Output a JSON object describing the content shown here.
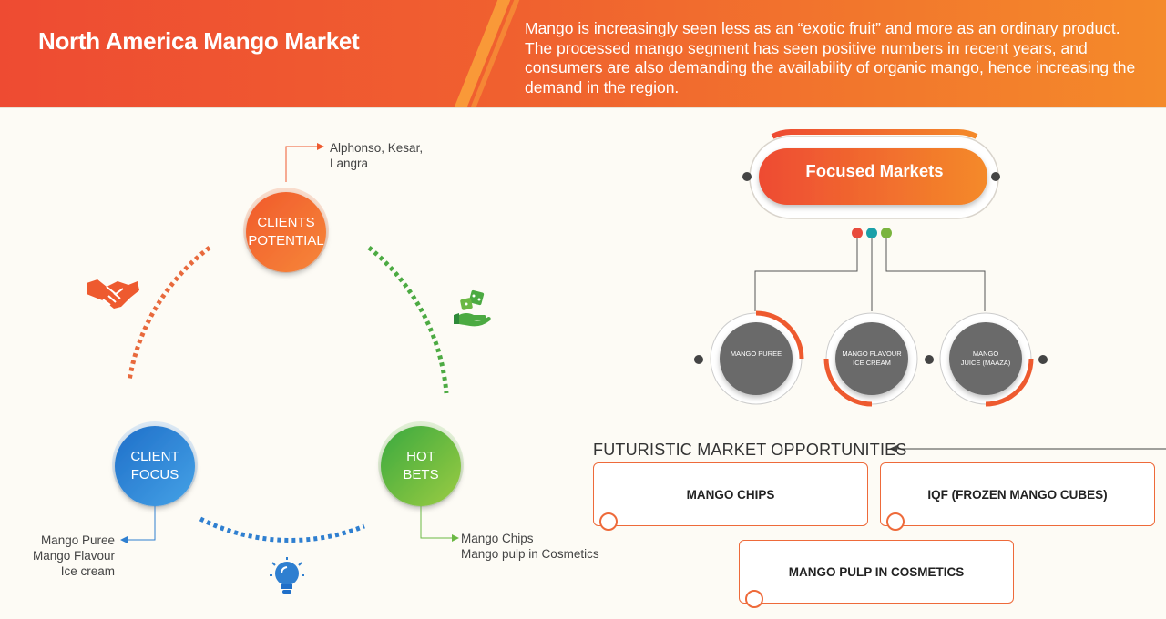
{
  "header": {
    "title": "North America Mango Market",
    "description": "Mango is increasingly seen less as an “exotic fruit” and more as an ordinary product. The processed mango segment has seen positive numbers in recent years, and consumers are also demanding the availability of organic mango, hence increasing the demand in the region."
  },
  "cycle": {
    "clients_potential": {
      "label": "CLIENTS\nPOTENTIAL",
      "note": "Alphonso, Kesar,\nLangra"
    },
    "hot_bets": {
      "label": "HOT\nBETS",
      "note": "Mango Chips\nMango pulp in Cosmetics"
    },
    "client_focus": {
      "label": "CLIENT\nFOCUS",
      "note": "Mango Puree\nMango Flavour\nIce cream"
    },
    "icons": [
      "handshake-icon",
      "dice-hand-icon",
      "lightbulb-icon"
    ]
  },
  "focused_markets": {
    "title": "Focused Markets",
    "items": [
      "MANGO PUREE",
      "MANGO FLAVOUR\nICE CREAM",
      "MANGO\nJUICE (MAAZA)"
    ]
  },
  "futuristic": {
    "title": "FUTURISTIC MARKET OPPORTUNITIES",
    "items": [
      "MANGO CHIPS",
      "IQF (FROZEN MANGO CUBES)",
      "MANGO PULP IN COSMETICS"
    ]
  },
  "colors": {
    "orange": "#ee5a2f",
    "green": "#6bb844",
    "blue": "#2f7fd0",
    "gray": "#6b6b6b"
  }
}
